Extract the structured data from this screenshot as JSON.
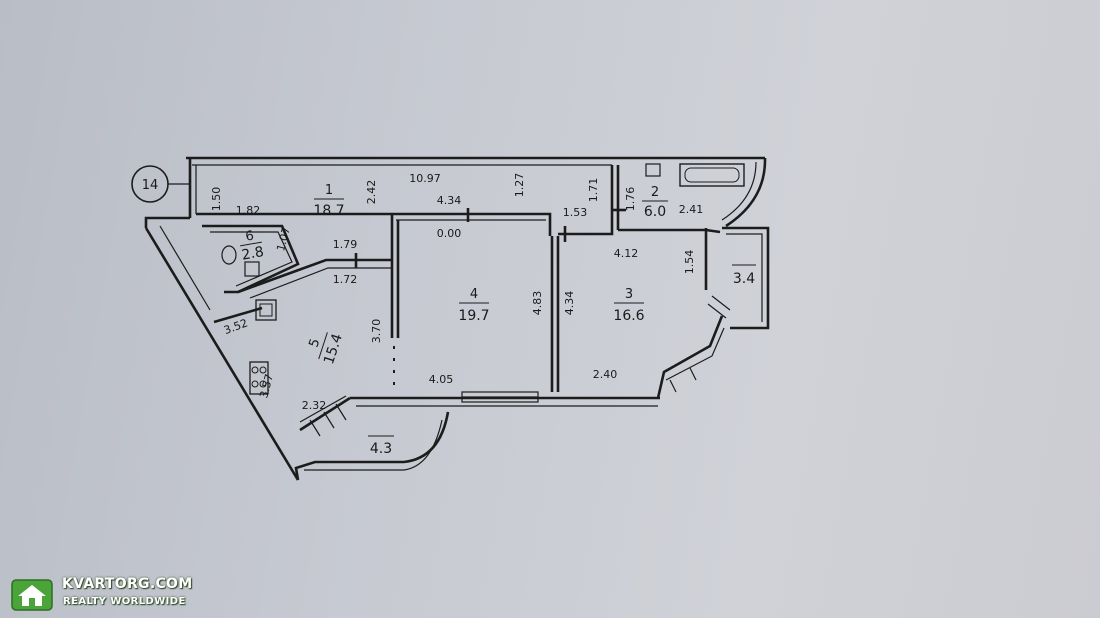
{
  "plan": {
    "apartment_marker": "14",
    "rooms": [
      {
        "id": "room-1",
        "number": "1",
        "area": "18.7"
      },
      {
        "id": "room-2",
        "number": "2",
        "area": "6.0"
      },
      {
        "id": "room-3",
        "number": "3",
        "area": "16.6"
      },
      {
        "id": "room-4",
        "number": "4",
        "area": "19.7"
      },
      {
        "id": "room-5",
        "number": "5",
        "area": "15.4"
      },
      {
        "id": "room-6",
        "number": "6",
        "area": "2.8"
      },
      {
        "id": "balcony-right",
        "number": "",
        "area": "3.4"
      },
      {
        "id": "balcony-bottom",
        "number": "",
        "area": "4.3"
      }
    ],
    "dimensions": [
      "1.50",
      "10.97",
      "2.42",
      "1.82",
      "1.27",
      "1.71",
      "1.76",
      "2.41",
      "4.34",
      "0.00",
      "1.53",
      "1.79",
      "1.07",
      "1.72",
      "4.12",
      "1.54",
      "4.83",
      "4.34",
      "3.52",
      "3.70",
      "4.05",
      "2.40",
      "3.57",
      "2.32"
    ]
  },
  "watermark": {
    "title": "KVARTORG.COM",
    "subtitle": "REALTY WORLDWIDE"
  },
  "colors": {
    "paper": "#c8cad1",
    "ink": "#1c1c1c",
    "logo_green": "#4aa43a"
  }
}
